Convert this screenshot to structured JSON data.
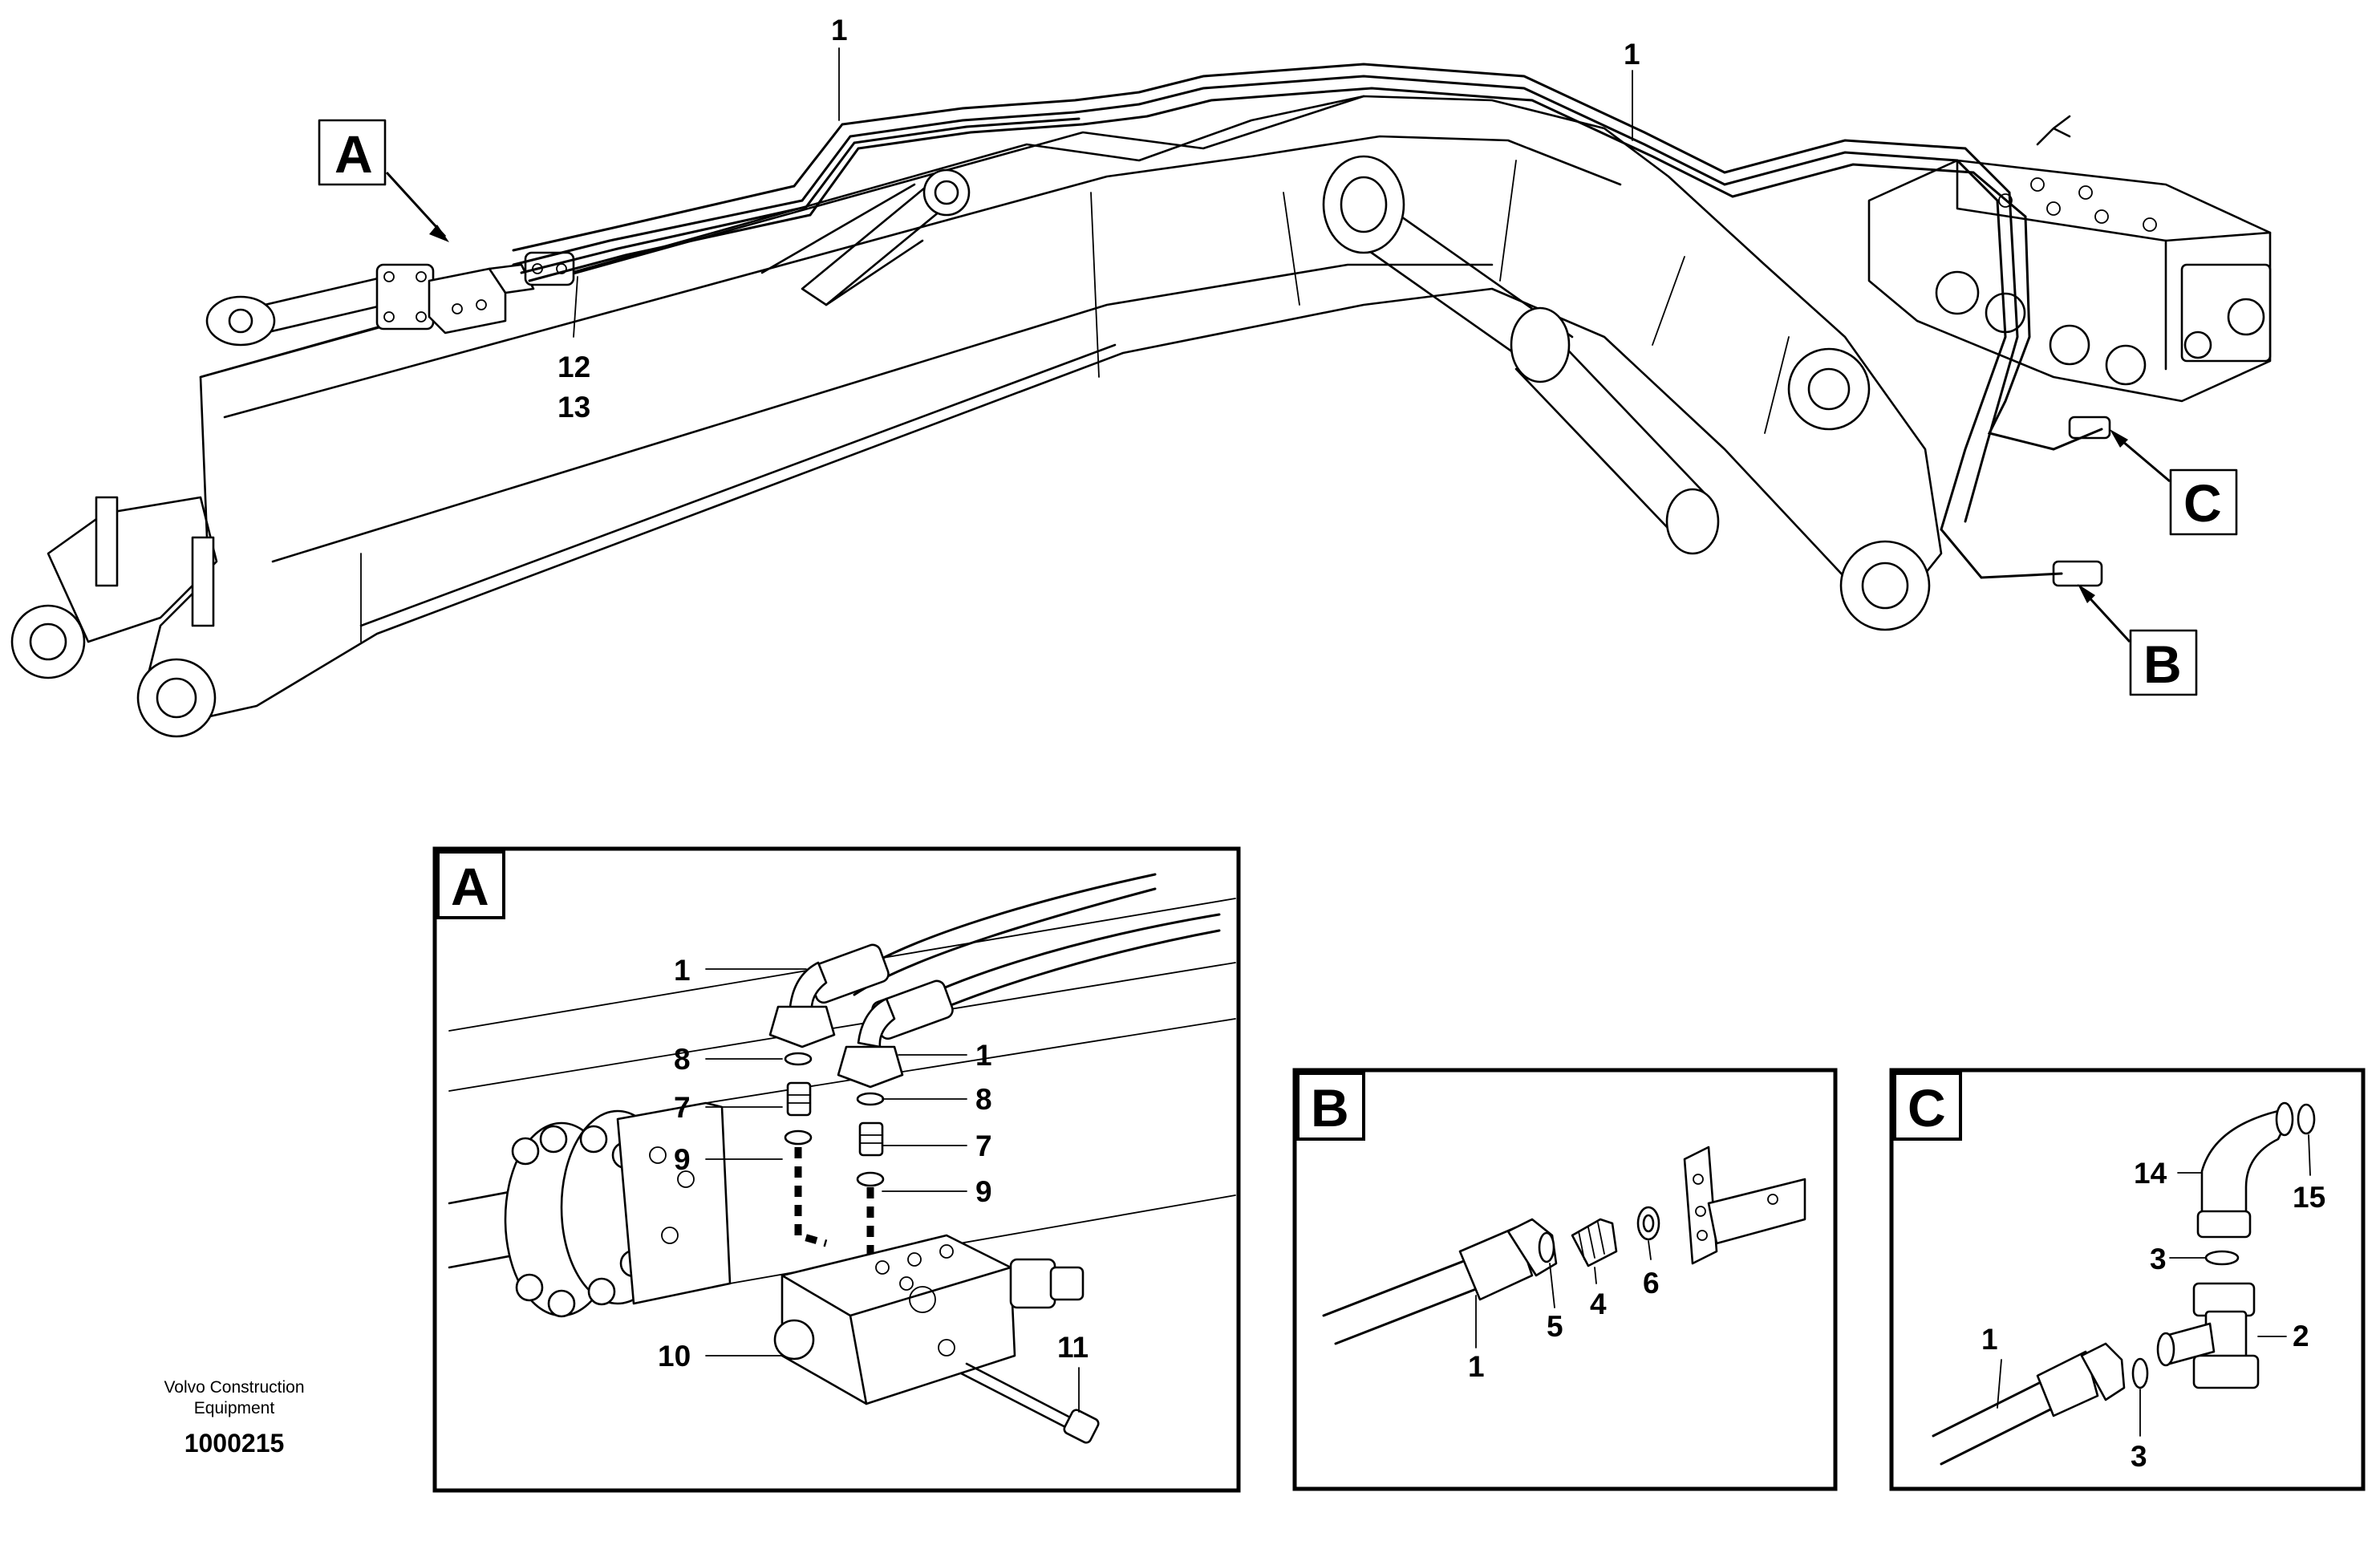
{
  "overview": {
    "callouts": {
      "A": "A",
      "B": "B",
      "C": "C"
    },
    "part_labels": {
      "hose_left": "1",
      "hose_right": "1",
      "item_12": "12",
      "item_13": "13"
    }
  },
  "detail_a": {
    "title": "A",
    "labels": {
      "hose_upper": "1",
      "hose_lower": "1",
      "seal_left": "8",
      "seal_right": "8",
      "nipple_left": "7",
      "nipple_right": "7",
      "washer_left": "9",
      "washer_right": "9",
      "valve_block": "10",
      "screw": "11"
    }
  },
  "detail_b": {
    "title": "B",
    "labels": {
      "hose": "1",
      "o_ring": "5",
      "nipple": "4",
      "washer": "6"
    }
  },
  "detail_c": {
    "title": "C",
    "labels": {
      "elbow": "14",
      "seal_top": "15",
      "o_ring_upper": "3",
      "tee": "2",
      "hose": "1",
      "o_ring_lower": "3"
    }
  },
  "footer": {
    "company_line1": "Volvo Construction",
    "company_line2": "Equipment",
    "drawing_number": "1000215"
  }
}
